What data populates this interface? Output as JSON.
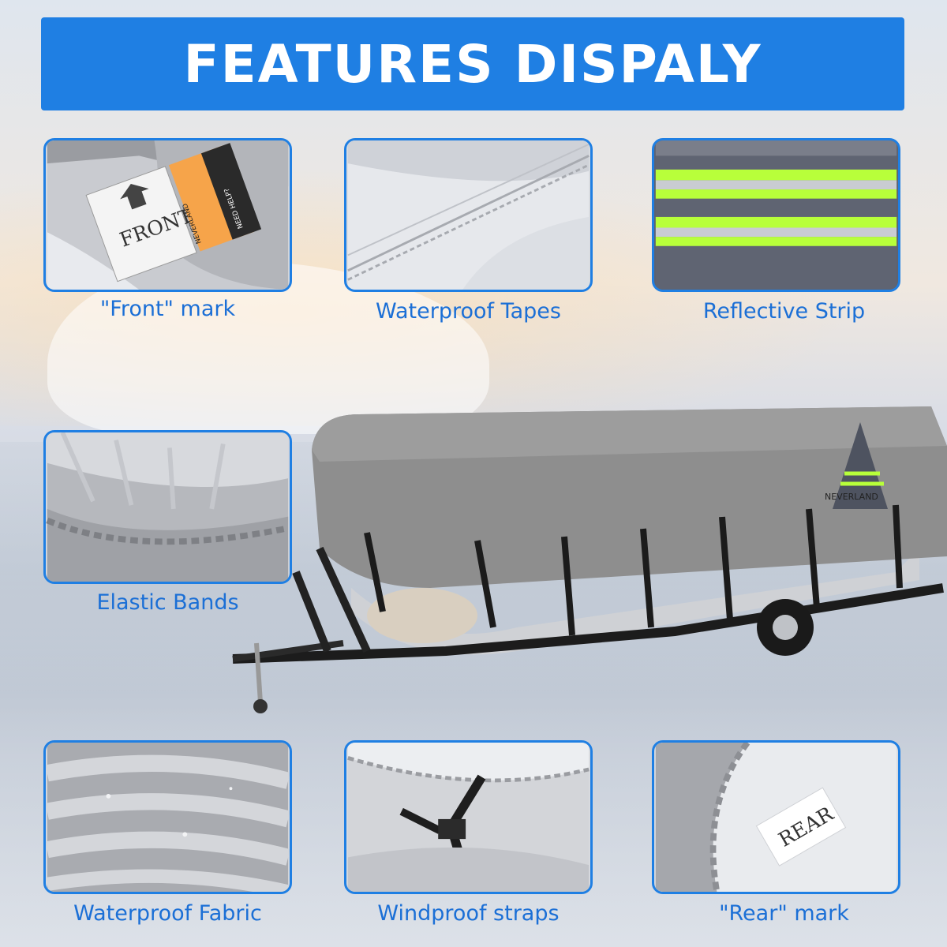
{
  "header": {
    "title": "FEATURES DISPALY"
  },
  "features": [
    {
      "label": "\"Front\" mark",
      "tag_text": "FRONT",
      "brand": "NEVERLAND",
      "help_text": "NEED HELP?"
    },
    {
      "label": "Waterproof Tapes"
    },
    {
      "label": "Reflective Strip"
    },
    {
      "label": "Elastic Bands"
    },
    {
      "label": "Waterproof Fabric"
    },
    {
      "label": "Windproof straps"
    },
    {
      "label": "\"Rear\" mark",
      "tag_text": "REAR"
    }
  ],
  "boat": {
    "brand": "NEVERLAND"
  },
  "colors": {
    "accent": "#1f7fe3",
    "label_text": "#1b6fd6",
    "reflective": "#b8ff3a",
    "cover_gray": "#8e8e8e"
  }
}
